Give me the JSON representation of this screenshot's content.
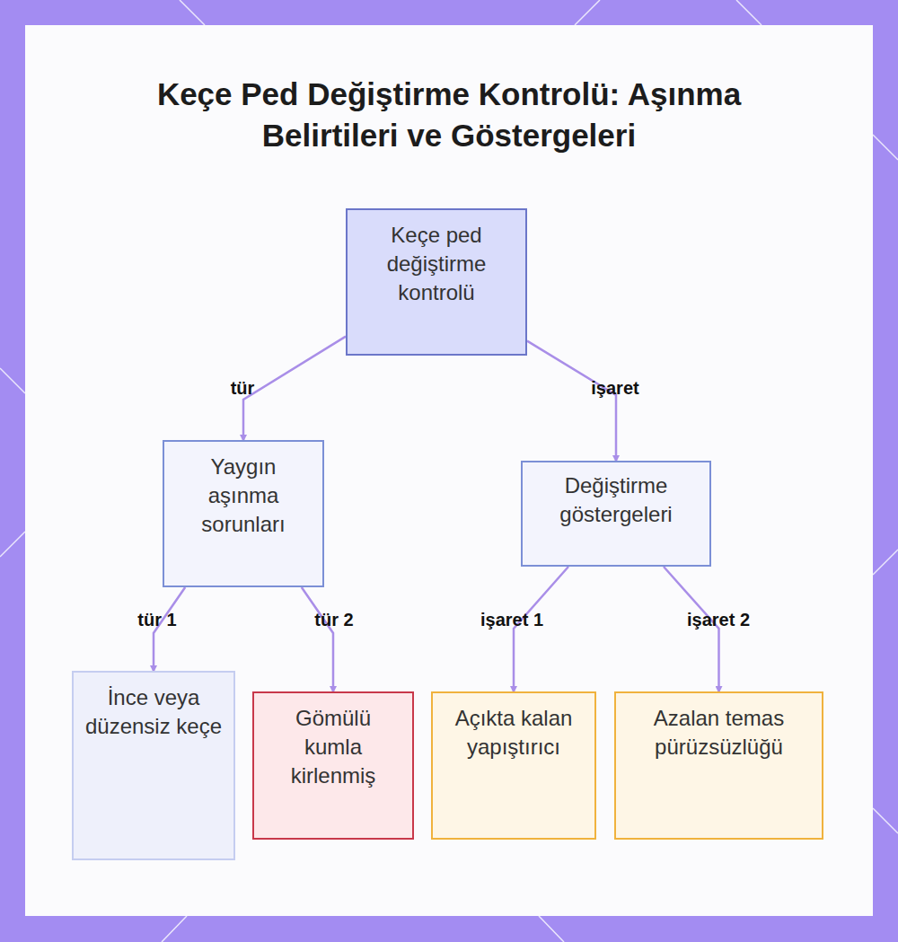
{
  "diagram": {
    "title": "Keçe Ped Değiştirme Kontrolü: Aşınma Belirtileri ve Göstergeleri",
    "nodes": [
      {
        "text": [
          "Keçe ped değiştirme kontrolü"
        ]
      },
      {
        "text": [
          "Yaygın aşınma sorunları"
        ]
      },
      {
        "text": [
          "Değiştirme göstergeleri"
        ]
      },
      {
        "text": [
          "İnce veya düzensiz keçe"
        ]
      },
      {
        "text": [
          "Gömülü kumla kirlenmiş"
        ]
      },
      {
        "text": [
          "Açıkta kalan yapıştırıcı"
        ]
      },
      {
        "text": [
          "Azalan temas pürüzsüzlüğü"
        ]
      }
    ],
    "edges": [
      {
        "from": 0,
        "to": 1,
        "label": "tür",
        "arrow": "to"
      },
      {
        "from": 0,
        "to": 2,
        "label": "işaret",
        "arrow": "to"
      },
      {
        "from": 1,
        "to": 3,
        "label": "tür 1",
        "arrow": "to"
      },
      {
        "from": 1,
        "to": 4,
        "label": "tür 2",
        "arrow": "to"
      },
      {
        "from": 2,
        "to": 5,
        "label": "işaret 1",
        "arrow": "to"
      },
      {
        "from": 2,
        "to": 6,
        "label": "işaret 2",
        "arrow": "to"
      }
    ]
  }
}
